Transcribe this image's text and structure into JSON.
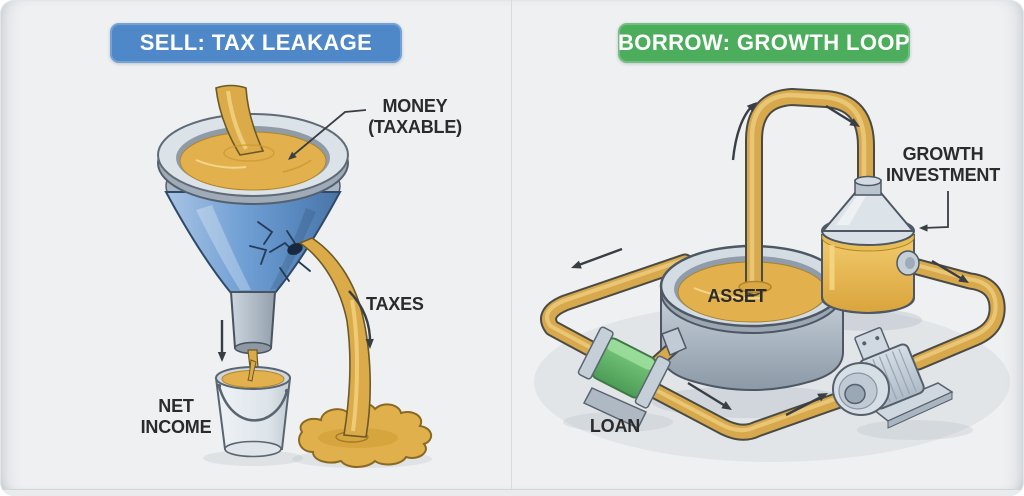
{
  "card": {
    "background": "#eef0f2"
  },
  "panels": {
    "left": {
      "banner": {
        "label": "SELL: TAX LEAKAGE",
        "color": "#4e88c8"
      },
      "labels": {
        "money": "MONEY\n(TAXABLE)",
        "taxes": "TAXES",
        "net_income": "NET\nINCOME"
      }
    },
    "right": {
      "banner": {
        "label": "BORROW: GROWTH LOOP",
        "color": "#4cae5c"
      },
      "labels": {
        "growth_investment": "GROWTH\nINVESTMENT",
        "asset": "ASSET",
        "loan": "LOAN"
      }
    }
  },
  "colors": {
    "liquid_gold": "#e2b14d",
    "pipe_gold": "#d7a94c",
    "funnel_blue": "#6f9fd4",
    "valve_green": "#5cb566",
    "metal_gray": "#cfd8e0",
    "label_text": "#2b2b2b"
  }
}
